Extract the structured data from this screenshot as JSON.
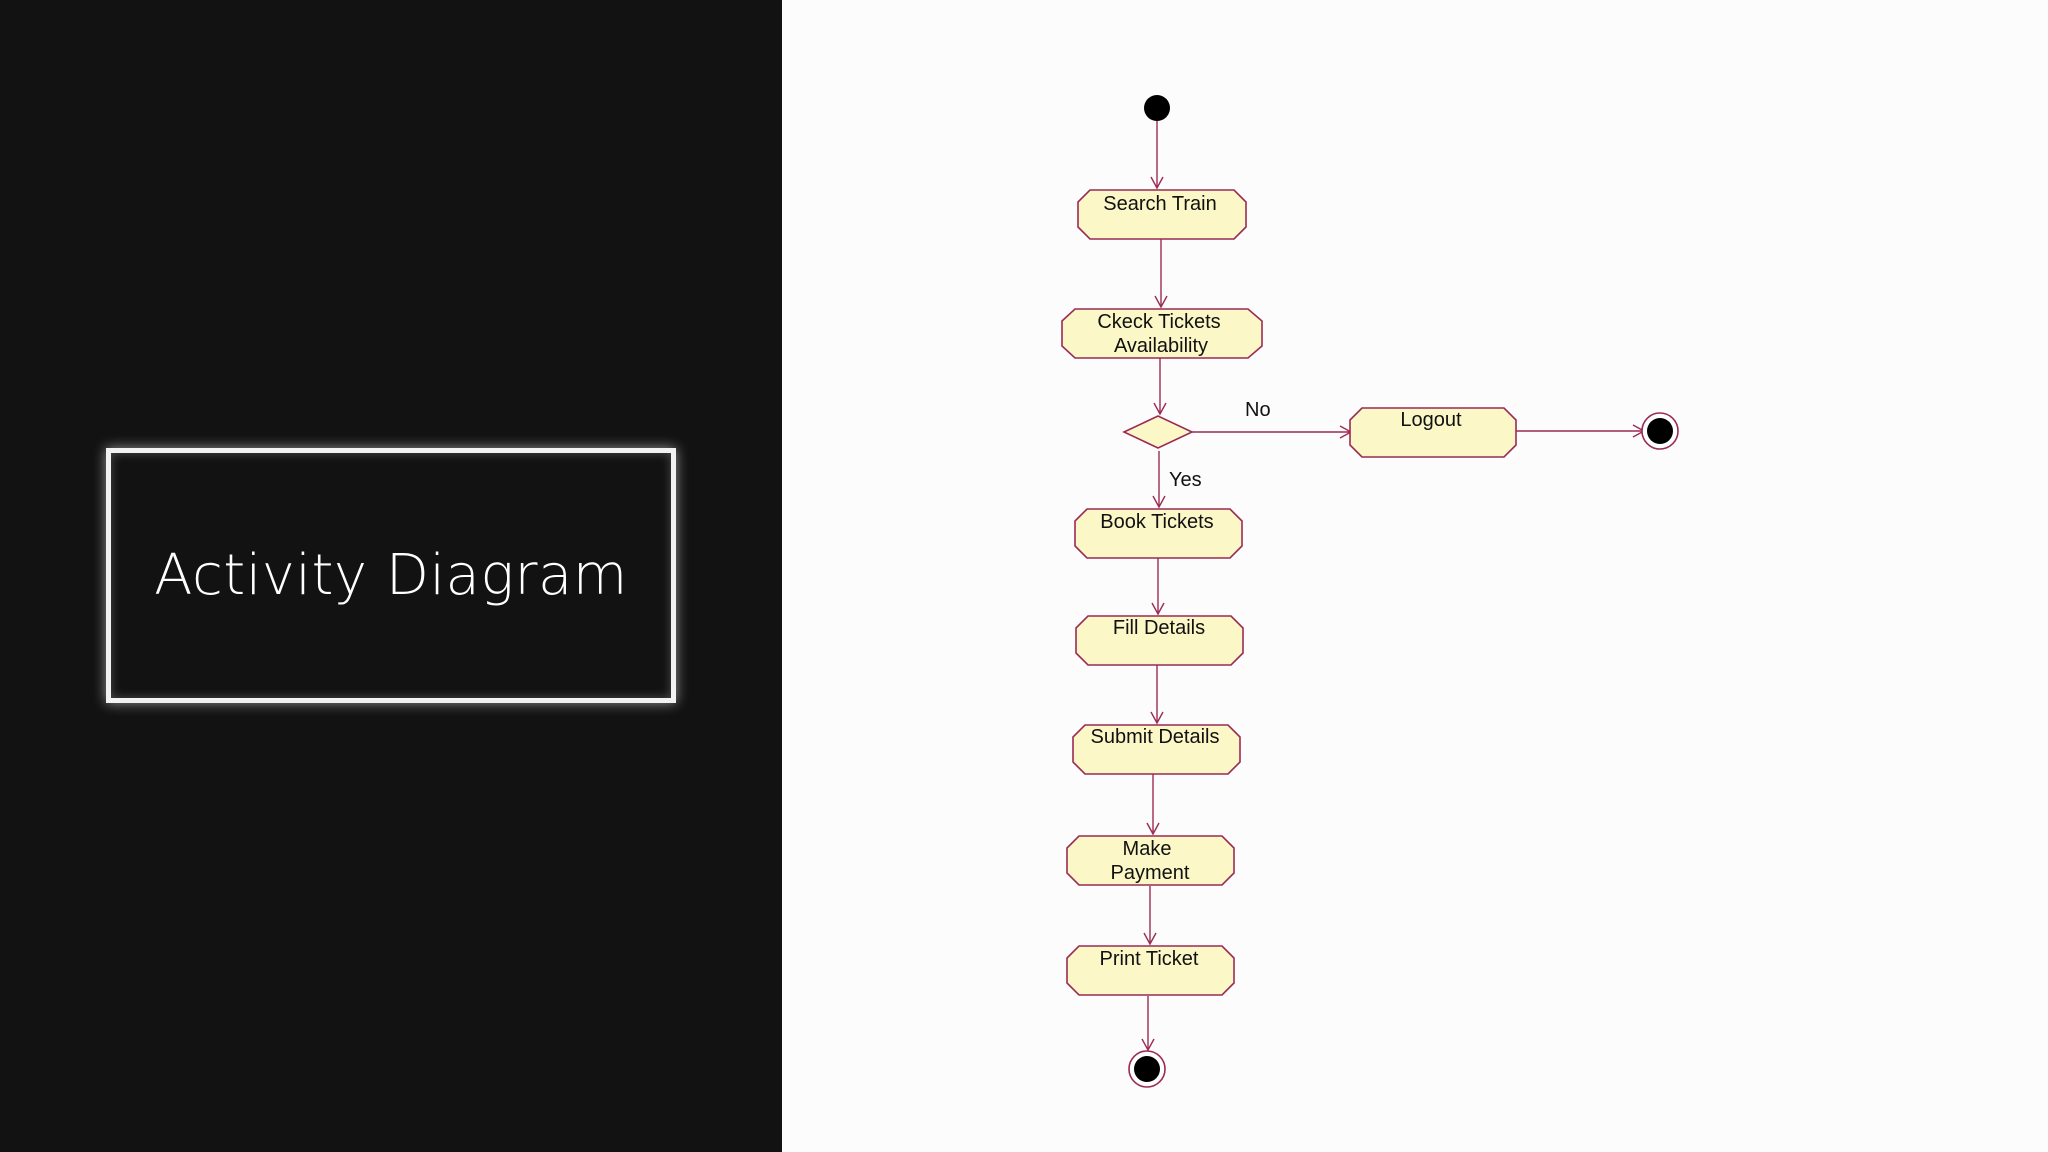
{
  "slide": {
    "title": "Activity Diagram"
  },
  "diagram": {
    "colors": {
      "node_fill": "#fbf7c6",
      "node_stroke": "#9a2b55",
      "edge": "#9a2b55",
      "left_background": "#121212",
      "right_background": "#fdfcfc"
    },
    "nodes": {
      "search_train": {
        "lines": [
          "Search Train"
        ]
      },
      "check_availability": {
        "lines": [
          "Ckeck Tickets",
          "Availability"
        ]
      },
      "logout": {
        "lines": [
          "Logout"
        ]
      },
      "book_tickets": {
        "lines": [
          "Book Tickets"
        ]
      },
      "fill_details": {
        "lines": [
          "Fill Details"
        ]
      },
      "submit_details": {
        "lines": [
          "Submit Details"
        ]
      },
      "make_payment": {
        "lines": [
          "Make",
          "Payment"
        ]
      },
      "print_ticket": {
        "lines": [
          "Print Ticket"
        ]
      }
    },
    "edge_labels": {
      "no": "No",
      "yes": "Yes"
    }
  }
}
